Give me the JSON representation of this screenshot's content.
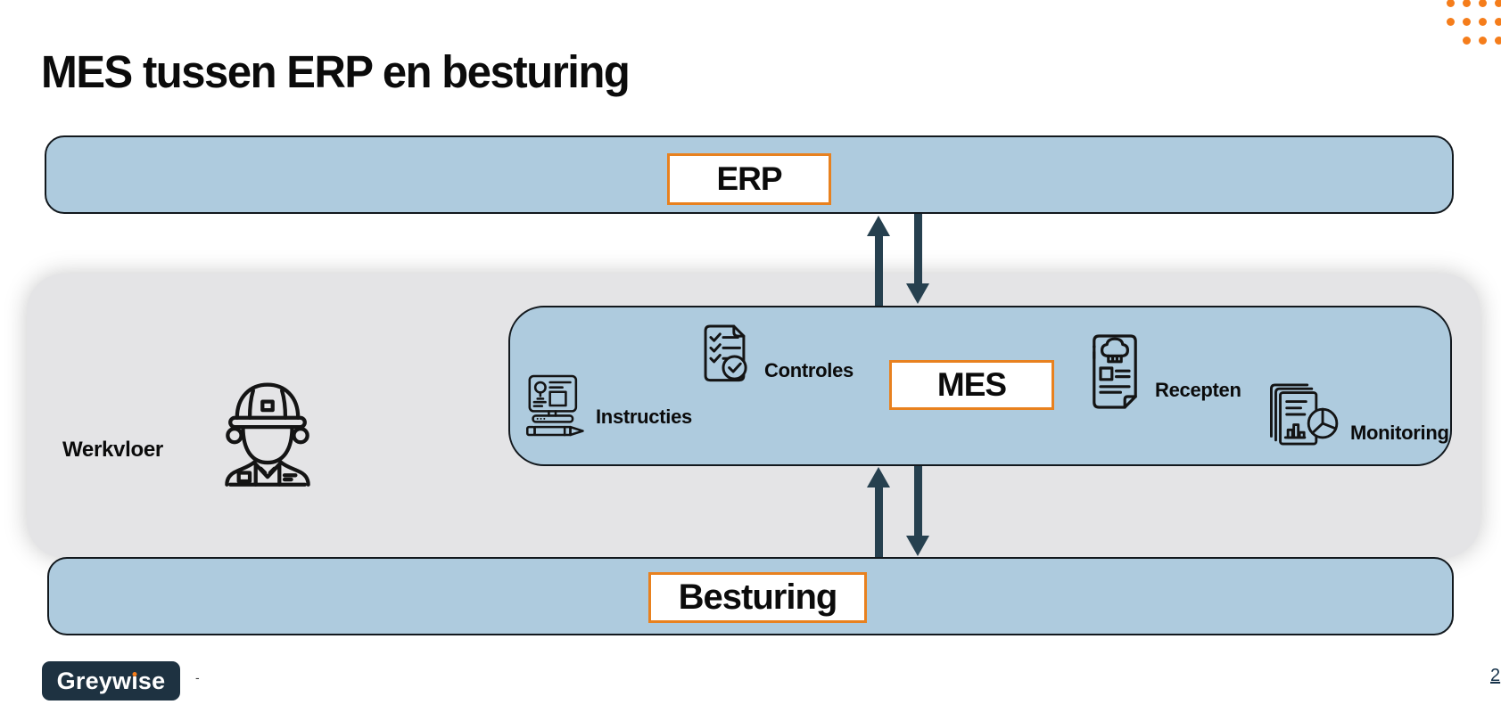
{
  "slide": {
    "title": "MES tussen ERP en besturing",
    "page_number": "2"
  },
  "layers": {
    "erp": {
      "label": "ERP"
    },
    "mes": {
      "label": "MES",
      "features": [
        {
          "label": "Instructies",
          "icon": "computer-instructions-icon"
        },
        {
          "label": "Controles",
          "icon": "checklist-icon"
        },
        {
          "label": "Recepten",
          "icon": "recipe-icon"
        },
        {
          "label": "Monitoring",
          "icon": "report-charts-icon"
        }
      ]
    },
    "besturing": {
      "label": "Besturing"
    },
    "werkvloer": {
      "label": "Werkvloer",
      "icon": "construction-worker-icon"
    }
  },
  "footer": {
    "brand": {
      "pre": "Greyw",
      "i_char": "ı",
      "post": "se"
    },
    "separator": "-"
  },
  "colors": {
    "band-blue": "#AECBDE",
    "panel-gray": "#E4E4E6",
    "accent-orange": "#E8811F",
    "dots-orange": "#F57D1B",
    "arrow-dark": "#26404F",
    "logo-bg": "#1E3241",
    "ink": "#0B0B0B"
  }
}
